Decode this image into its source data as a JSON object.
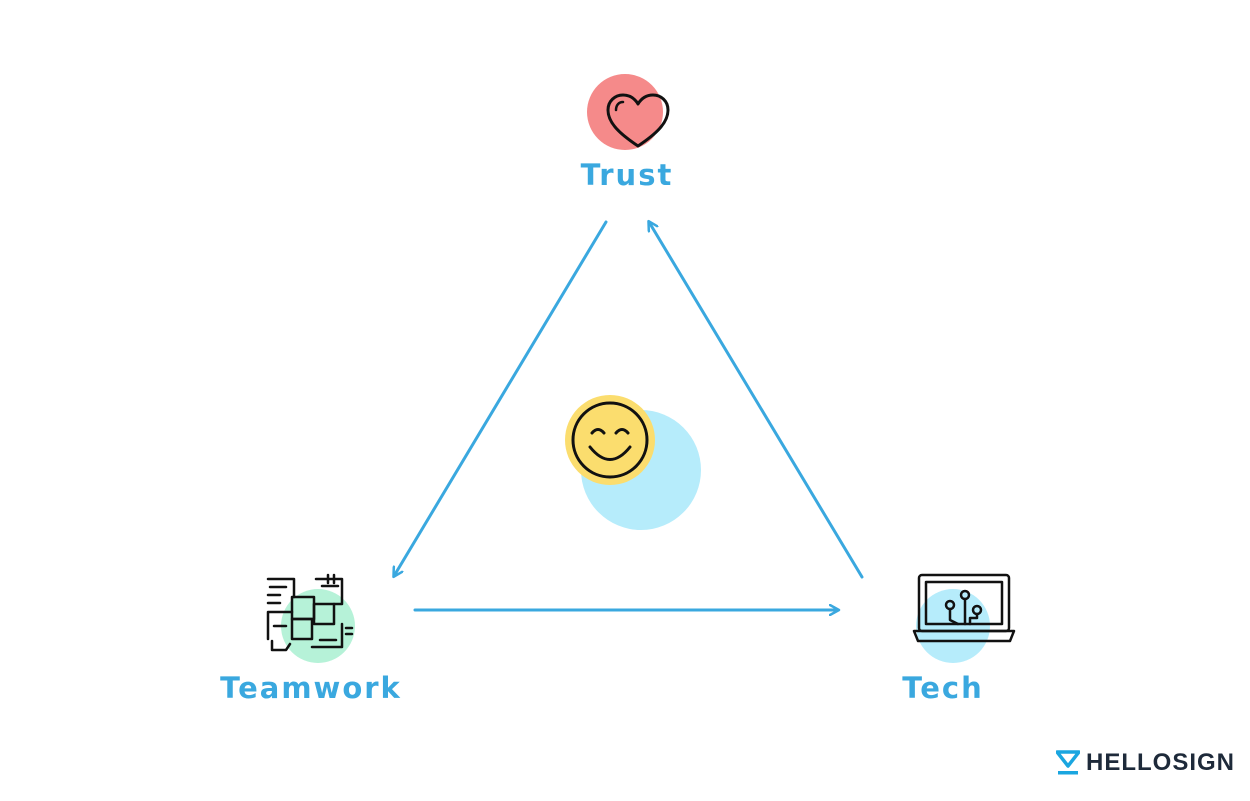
{
  "nodes": {
    "trust": {
      "label": "Trust",
      "icon": "heart-icon",
      "badge_color": "#f58a8a"
    },
    "teamwork": {
      "label": "Teamwork",
      "icon": "joined-hands-icon",
      "badge_color": "#b6f2d8"
    },
    "tech": {
      "label": "Tech",
      "icon": "laptop-circuit-icon",
      "badge_color": "#b6ecfb"
    },
    "center": {
      "icon": "smiley-face-icon",
      "badge_color": "#b6ecfb",
      "face_color": "#fbdd6e"
    }
  },
  "edges": [
    {
      "from": "Trust",
      "to": "Teamwork"
    },
    {
      "from": "Teamwork",
      "to": "Tech"
    },
    {
      "from": "Tech",
      "to": "Trust"
    }
  ],
  "colors": {
    "arrow": "#3aa8df",
    "label": "#3aa8df",
    "icon_stroke": "#111111",
    "brand_accent": "#1aa6e0",
    "brand_text": "#1e2a3a"
  },
  "brand": {
    "name": "HELLOSIGN",
    "icon": "hellosign-logo-icon"
  }
}
